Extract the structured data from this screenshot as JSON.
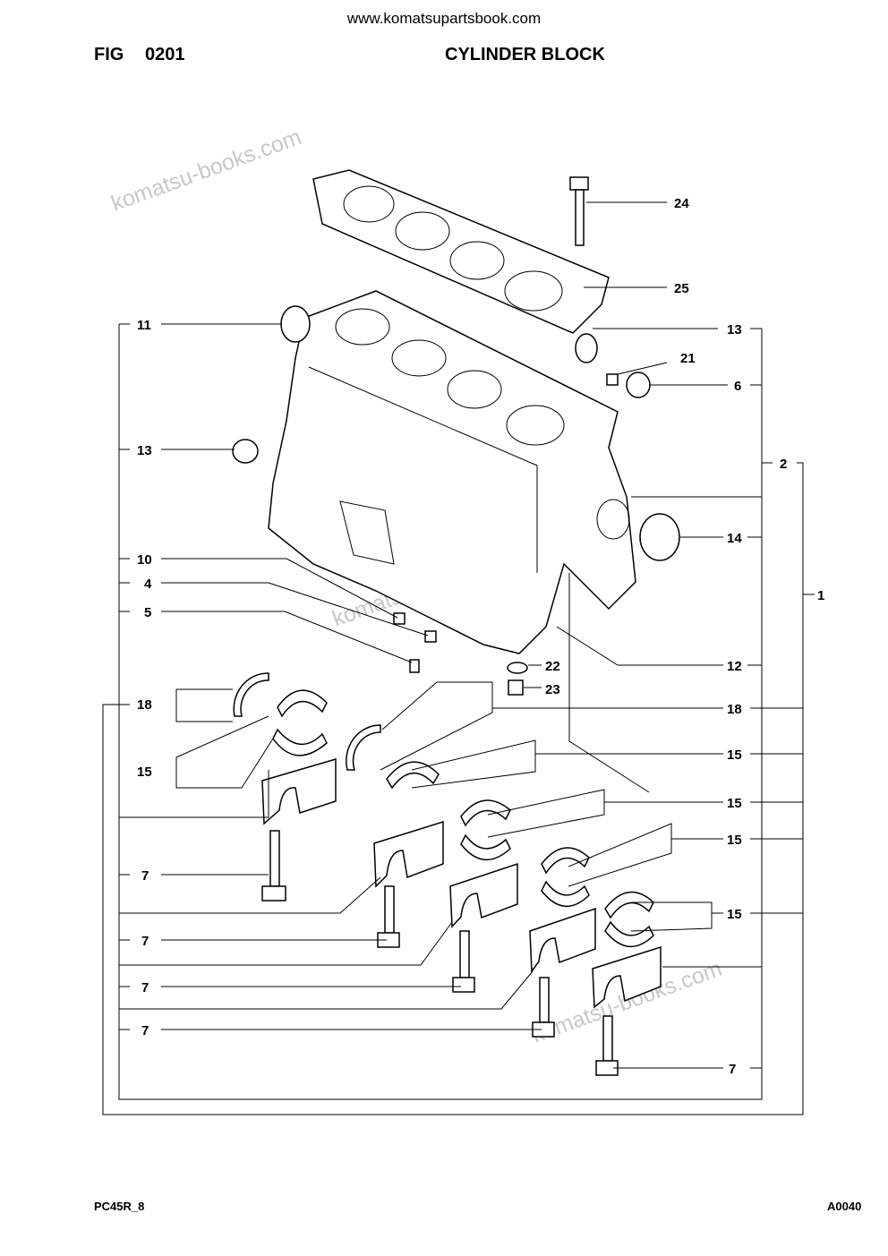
{
  "header": {
    "url": "www.komatsupartsbook.com",
    "fig_label": "FIG",
    "fig_number": "0201",
    "title": "CYLINDER BLOCK"
  },
  "footer": {
    "left": "PC45R_8",
    "right": "A0040"
  },
  "watermark": "komatsu-books.com",
  "callouts": [
    "24",
    "25",
    "11",
    "13",
    "21",
    "6",
    "13",
    "2",
    "14",
    "1",
    "10",
    "4",
    "5",
    "22",
    "23",
    "12",
    "18",
    "18",
    "15",
    "15",
    "15",
    "15",
    "7",
    "7",
    "7",
    "7",
    "15",
    "7"
  ]
}
